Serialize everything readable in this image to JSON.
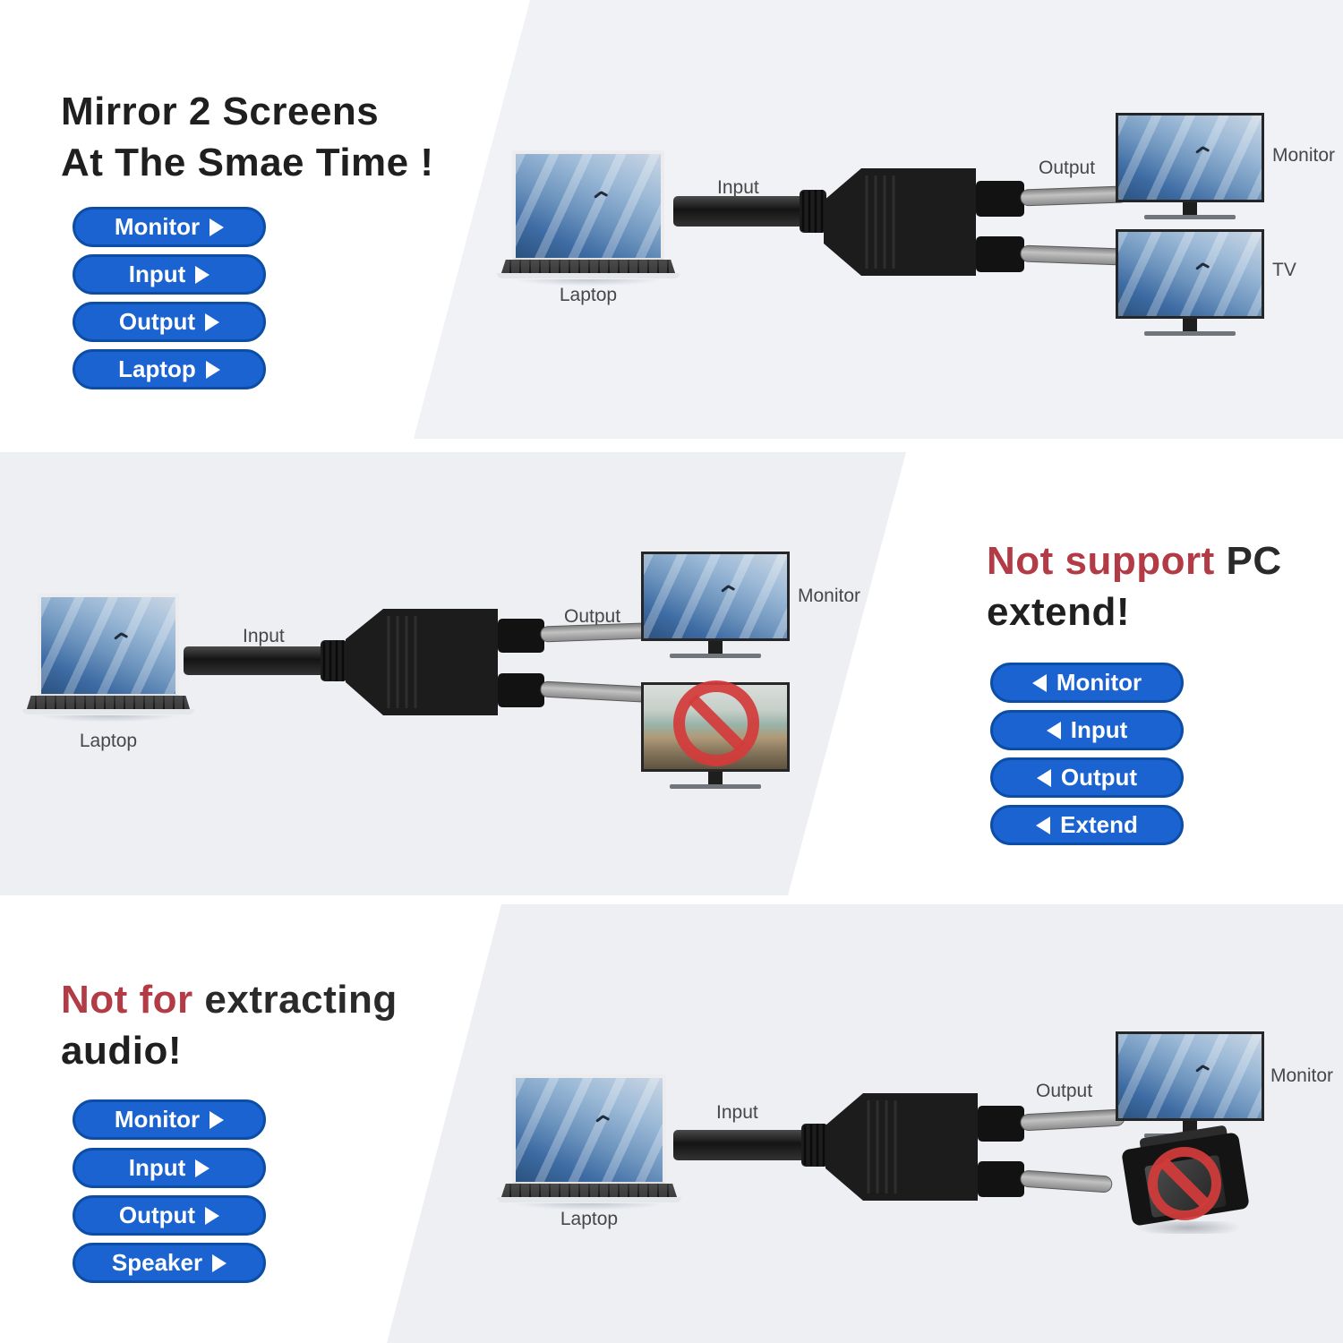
{
  "colors": {
    "button_fill": "#1b63d1",
    "button_border": "#0c4da6",
    "heading_red": "#b23b45",
    "text_dark": "#1f1f1f",
    "label_gray": "#474747",
    "panel_gray_top": "#f0f2f6",
    "panel_gray": "#edeff3",
    "prohibit_red": "#d33b3b"
  },
  "scene_mirror": {
    "heading_line1": "Mirror 2 Screens",
    "heading_line2": "At The Smae Time !",
    "buttons": [
      "Monitor",
      "Input",
      "Output",
      "Laptop"
    ],
    "laptop_label": "Laptop",
    "input_label": "Input",
    "output_label": "Output",
    "monitor_label": "Monitor",
    "tv_label": "TV"
  },
  "scene_extend": {
    "heading_red": "Not support",
    "heading_rest": "PC",
    "heading_line2": "extend!",
    "buttons": [
      "Monitor",
      "Input",
      "Output",
      "Extend"
    ],
    "laptop_label": "Laptop",
    "input_label": "Input",
    "output_label": "Output",
    "monitor_label": "Monitor"
  },
  "scene_audio": {
    "heading_red": "Not for",
    "heading_rest": "extracting",
    "heading_line2": "audio!",
    "buttons": [
      "Monitor",
      "Input",
      "Output",
      "Speaker"
    ],
    "laptop_label": "Laptop",
    "input_label": "Input",
    "output_label": "Output",
    "monitor_label": "Monitor"
  }
}
